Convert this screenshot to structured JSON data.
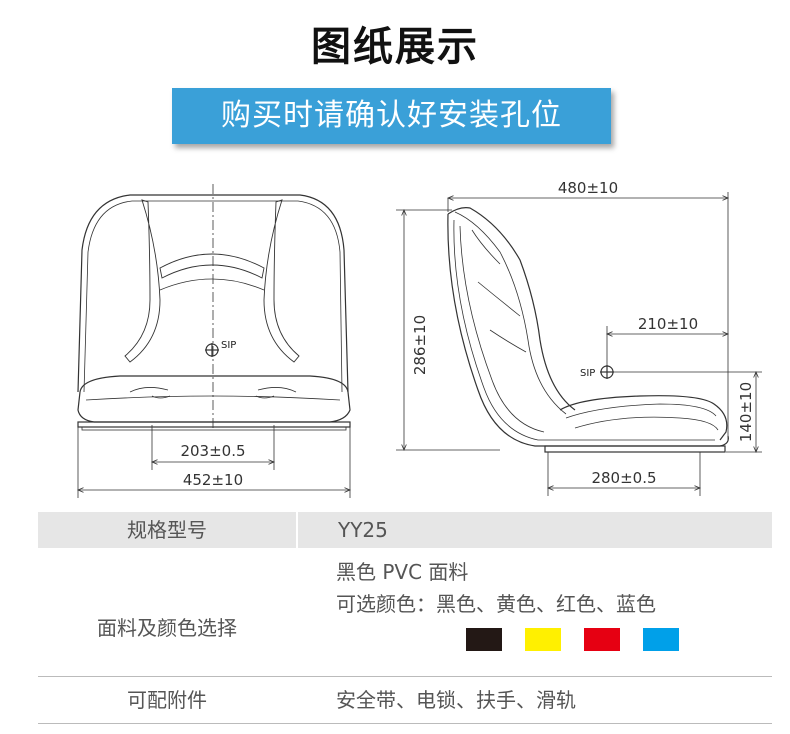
{
  "title": "图纸展示",
  "banner": "购买时请确认好安装孔位",
  "dimensions": {
    "front_width": "452±10",
    "front_hole": "203±0.5",
    "side_depth": "480±10",
    "side_height": "286±10",
    "sip_offset": "210±10",
    "sip_height": "140±10",
    "side_hole": "280±0.5",
    "sip_label": "SIP"
  },
  "table": {
    "model_label": "规格型号",
    "model_value": "YY25",
    "material_label": "面料及颜色选择",
    "material_value": "黑色 PVC 面料",
    "colors_value": "可选颜色：黑色、黄色、红色、蓝色",
    "swatches": [
      "#231815",
      "#fff000",
      "#e60012",
      "#00a0e9"
    ],
    "accessories_label": "可配附件",
    "accessories_value": "安全带、电锁、扶手、滑轨"
  }
}
